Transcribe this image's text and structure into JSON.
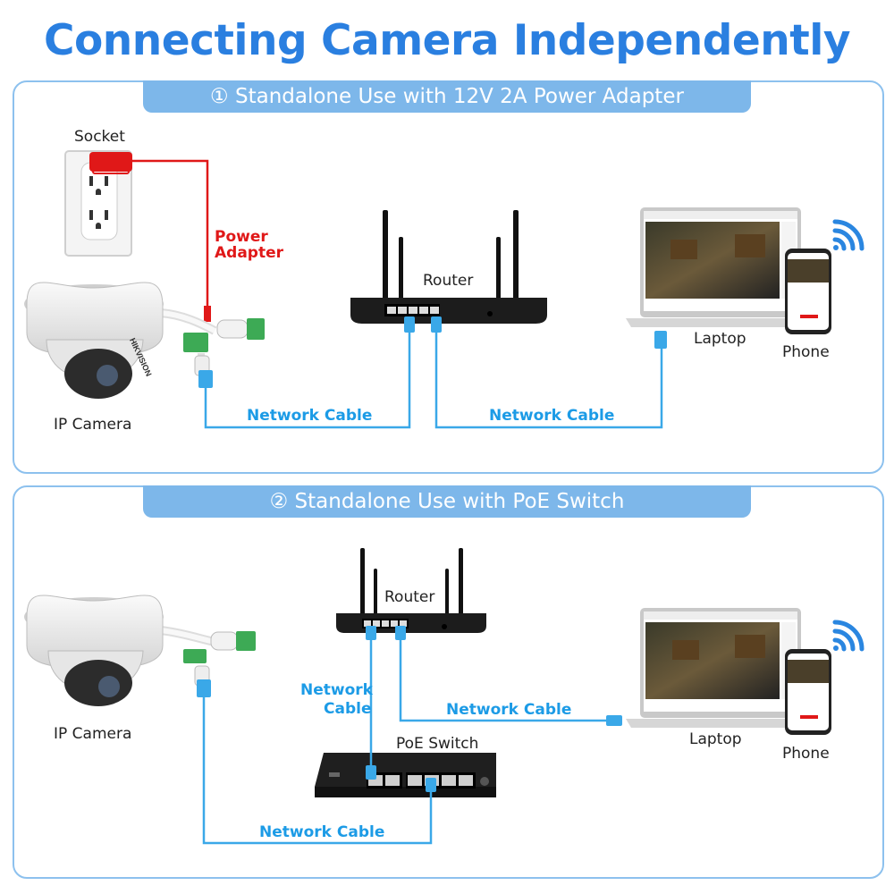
{
  "title": "Connecting Camera Independently",
  "section1": {
    "banner": "① Standalone Use with 12V 2A Power Adapter",
    "socket": "Socket",
    "power_adapter_line1": "Power",
    "power_adapter_line2": "Adapter",
    "router": "Router",
    "laptop": "Laptop",
    "phone": "Phone",
    "ip_camera": "IP Camera",
    "cable_left": "Network Cable",
    "cable_right": "Network Cable"
  },
  "section2": {
    "banner": "② Standalone Use with PoE Switch",
    "router": "Router",
    "laptop": "Laptop",
    "phone": "Phone",
    "ip_camera": "IP Camera",
    "poe_switch": "PoE Switch",
    "cable_router_line1": "Network",
    "cable_router_line2": "Cable",
    "cable_laptop": "Network Cable",
    "cable_camera": "Network Cable"
  },
  "camera_brand": "HIKVISION",
  "colors": {
    "accent": "#2a7fe0",
    "banner": "#7db7ea",
    "cable": "#3aa8e8",
    "power": "#e01818"
  }
}
